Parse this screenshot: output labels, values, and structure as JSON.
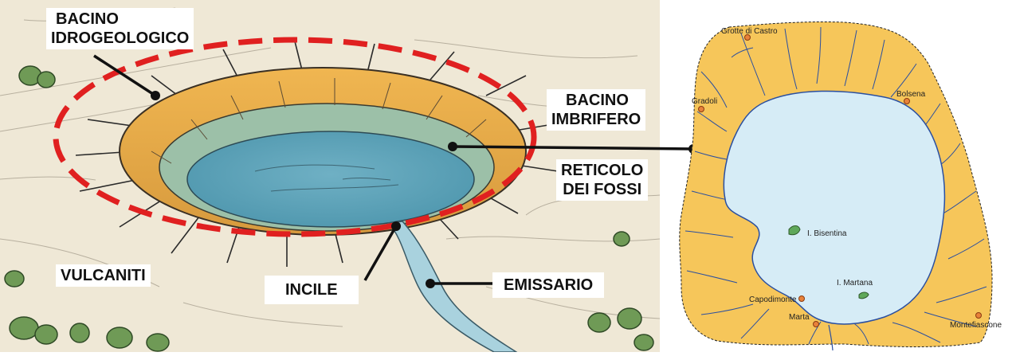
{
  "labels": {
    "bacino_idrogeologico": [
      "BACINO",
      "IDROGEOLOGICO"
    ],
    "bacino_imbrifero": [
      "BACINO",
      "IMBRIFERO"
    ],
    "reticolo_dei_fossi": [
      "RETICOLO",
      "DEI FOSSI"
    ],
    "vulcaniti": "VULCANITI",
    "incile": "INCILE",
    "emissario": "EMISSARIO"
  },
  "map": {
    "towns": [
      "Grotte di Castro",
      "Gradoli",
      "Bolsena",
      "Capodimonte",
      "Marta",
      "Montefiascone"
    ],
    "islands": [
      "I. Bisentina",
      "I. Martana"
    ]
  },
  "colors": {
    "lake": "#d6ecf6",
    "catchment": "#f6c65a",
    "streams": "#2a4fa0",
    "town_marker": "#e8823a",
    "dashed_ellipse": "#e02020",
    "pointer": "#111111",
    "island": "#5fa85a"
  }
}
